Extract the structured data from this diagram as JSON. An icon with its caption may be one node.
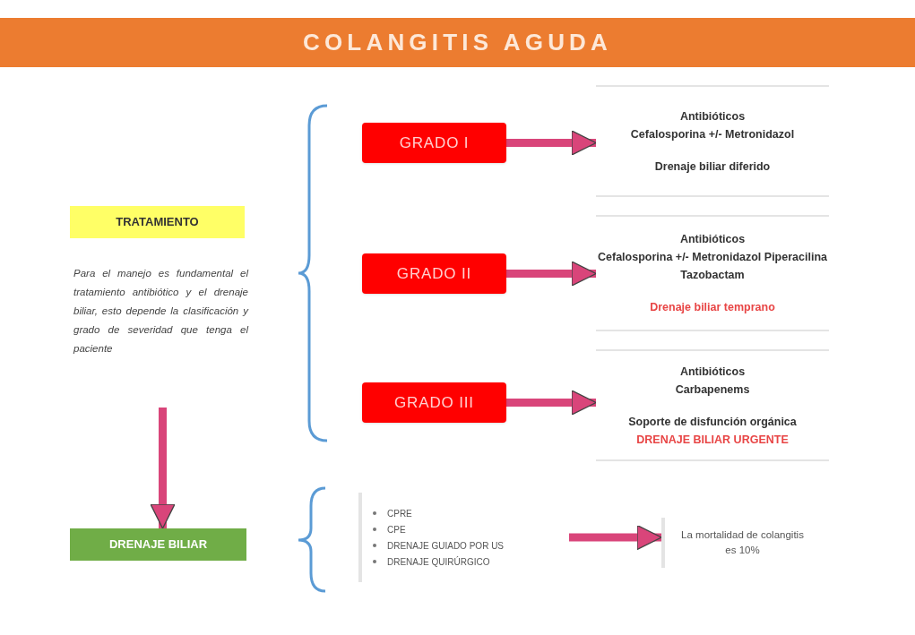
{
  "diagram": {
    "title": "COLANGITIS AGUDA",
    "nodes": [
      {
        "text": [
          "TRATAMIENTO"
        ]
      },
      {
        "text": [
          "Para el manejo es fundamental el tratamiento antibiótico y el drenaje biliar, esto depende la clasificación y grado de severidad que tenga el paciente"
        ]
      },
      {
        "text": [
          "GRADO I"
        ]
      },
      {
        "text": [
          "Antibióticos",
          "Cefalosporina +/- Metronidazol",
          "Drenaje biliar diferido"
        ]
      },
      {
        "text": [
          "GRADO II"
        ]
      },
      {
        "text": [
          "Antibióticos",
          "Cefalosporina +/- Metronidazol Piperacilina Tazobactam",
          "Drenaje biliar temprano"
        ]
      },
      {
        "text": [
          "GRADO III"
        ]
      },
      {
        "text": [
          "Antibióticos",
          "Carbapenems",
          "Soporte de disfunción orgánica",
          "DRENAJE BILIAR URGENTE"
        ]
      },
      {
        "text": [
          "DRENAJE BILIAR"
        ]
      },
      {
        "text": [
          "CPRE",
          "CPE",
          "DRENAJE GUIADO POR US",
          "DRENAJE QUIRÚRGICO"
        ]
      },
      {
        "text": [
          "La mortalidad de colangitis es 10%"
        ]
      }
    ],
    "edges": [
      {
        "from": 2,
        "to": 3,
        "arrow": "to"
      },
      {
        "from": 4,
        "to": 5,
        "arrow": "to"
      },
      {
        "from": 6,
        "to": 7,
        "arrow": "to"
      },
      {
        "from": 1,
        "to": 8,
        "arrow": "to"
      },
      {
        "from": 9,
        "to": 10,
        "arrow": "to"
      }
    ]
  }
}
